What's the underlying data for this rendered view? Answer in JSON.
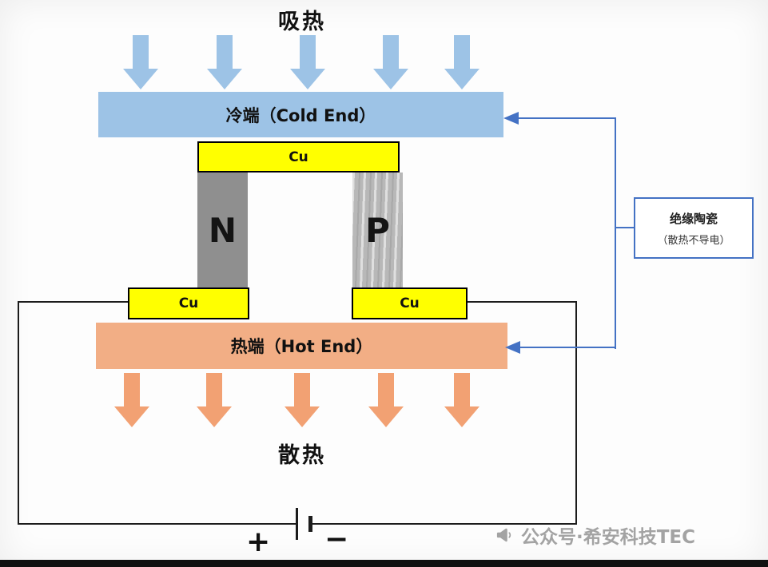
{
  "labels": {
    "heat_in": "吸热",
    "heat_out": "散热"
  },
  "cold_end": {
    "label": "冷端（Cold End）",
    "color": "#9dc3e6"
  },
  "hot_end": {
    "label": "热端（Hot End）",
    "color": "#f2ae85"
  },
  "copper": {
    "top": "Cu",
    "bottom_left": "Cu",
    "bottom_right": "Cu",
    "color": "#ffff00"
  },
  "pillars": {
    "n": "N",
    "p": "P"
  },
  "arrows": {
    "heat_in_count": 5,
    "heat_in_color": "#9dc3e6",
    "heat_out_count": 5,
    "heat_out_color": "#f2a173"
  },
  "annotation": {
    "title": "绝缘陶瓷",
    "subtitle": "（散热不导电）",
    "line_color": "#4472c4"
  },
  "battery": {
    "plus": "+",
    "minus": "−"
  },
  "watermark": {
    "text": "公众号·希安科技TEC",
    "icon": "megaphone-icon"
  }
}
